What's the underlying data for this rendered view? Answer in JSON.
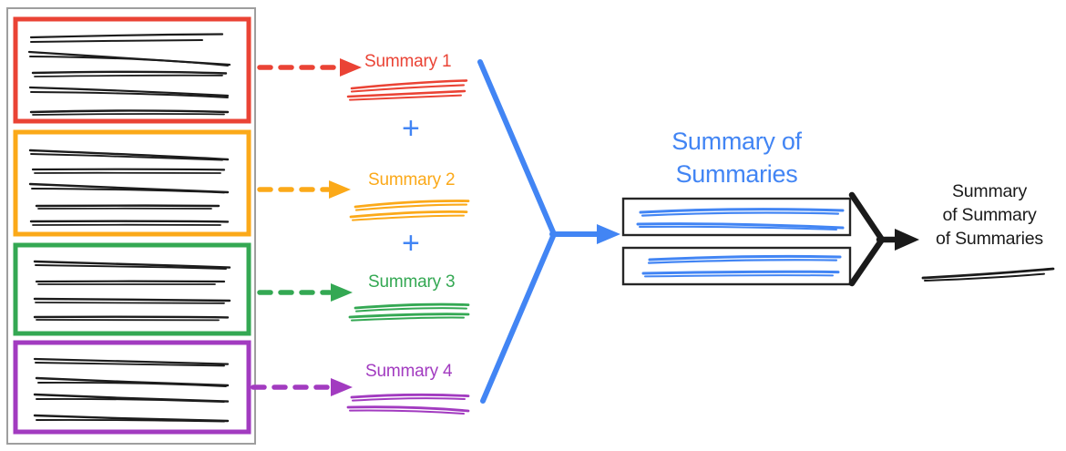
{
  "diagram": {
    "title_text_blocks": {
      "summary_of_summaries": [
        "Summary of",
        "Summaries"
      ],
      "final_summary": [
        "Summary",
        "of Summary",
        "of Summaries"
      ]
    },
    "colors": {
      "red": "#EA4335",
      "orange": "#FBA919",
      "green": "#34A853",
      "purple": "#A23BC0",
      "blue": "#4285F4",
      "black": "#1A1A1A",
      "gray_outline": "#9E9E9E",
      "box_outline": "#262626",
      "scribble_black": "#1C1C1C"
    },
    "source_document": {
      "name": "source-document-stack",
      "outer_border_color": "#9E9E9E",
      "segments": [
        {
          "id": "segment-1",
          "color": "#EA4335",
          "line_count": 5
        },
        {
          "id": "segment-2",
          "color": "#FBA919",
          "line_count": 5
        },
        {
          "id": "segment-3",
          "color": "#34A853",
          "line_count": 4
        },
        {
          "id": "segment-4",
          "color": "#A23BC0",
          "line_count": 4
        }
      ]
    },
    "summaries": [
      {
        "id": "summary-1",
        "label": "Summary 1",
        "color": "#EA4335",
        "arrow_style": "dashed"
      },
      {
        "id": "summary-2",
        "label": "Summary 2",
        "color": "#FBA919",
        "arrow_style": "dashed"
      },
      {
        "id": "summary-3",
        "label": "Summary 3",
        "color": "#34A853",
        "arrow_style": "dashed"
      },
      {
        "id": "summary-4",
        "label": "Summary 4",
        "color": "#A23BC0",
        "arrow_style": "dashed"
      }
    ],
    "operators": [
      {
        "id": "plus-1",
        "symbol": "+",
        "color": "#4285F4"
      },
      {
        "id": "plus-2",
        "symbol": "+",
        "color": "#4285F4"
      },
      {
        "id": "plus-3",
        "symbol": "+",
        "color": "#4285F4"
      }
    ],
    "merge_arrow": {
      "id": "blue-merge-arrow",
      "color": "#4285F4",
      "direction": "right"
    },
    "summary_of_summaries": {
      "id": "summary-of-summaries",
      "heading_line_1": "Summary of",
      "heading_line_2": "Summaries",
      "color": "#4285F4",
      "boxes": [
        {
          "id": "sos-box-1",
          "line_count": 2,
          "line_color": "#4285F4"
        },
        {
          "id": "sos-box-2",
          "line_count": 2,
          "line_color": "#4285F4"
        }
      ]
    },
    "final_merge_arrow": {
      "id": "black-merge-arrow",
      "color": "#1A1A1A",
      "direction": "right"
    },
    "final_summary": {
      "id": "final-summary",
      "heading_line_1": "Summary",
      "heading_line_2": "of Summary",
      "heading_line_3": "of Summaries",
      "color": "#1A1A1A",
      "line_count": 1
    }
  }
}
